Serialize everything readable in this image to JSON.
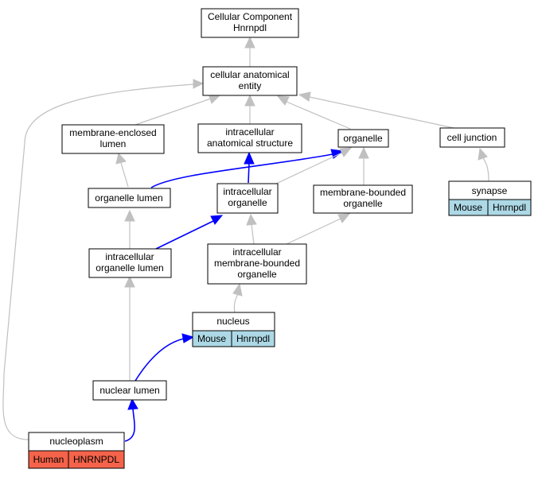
{
  "nodes": {
    "cellular_component": {
      "lines": [
        "Cellular Component",
        "Hnrnpdl"
      ]
    },
    "cellular_anatomical_entity": {
      "lines": [
        "cellular anatomical",
        "entity"
      ]
    },
    "membrane_enclosed_lumen": {
      "lines": [
        "membrane-enclosed",
        "lumen"
      ]
    },
    "intracellular_anatomical_structure": {
      "lines": [
        "intracellular",
        "anatomical structure"
      ]
    },
    "organelle": {
      "lines": [
        "organelle"
      ]
    },
    "cell_junction": {
      "lines": [
        "cell junction"
      ]
    },
    "organelle_lumen": {
      "lines": [
        "organelle lumen"
      ]
    },
    "intracellular_organelle": {
      "lines": [
        "intracellular",
        "organelle"
      ]
    },
    "membrane_bounded_organelle": {
      "lines": [
        "membrane-bounded",
        "organelle"
      ]
    },
    "synapse": {
      "lines": [
        "synapse"
      ],
      "cells": [
        "Mouse",
        "Hnrnpdl"
      ]
    },
    "intracellular_organelle_lumen": {
      "lines": [
        "intracellular",
        "organelle lumen"
      ]
    },
    "intracellular_membrane_bounded_organelle": {
      "lines": [
        "intracellular",
        "membrane-bounded",
        "organelle"
      ]
    },
    "nucleus": {
      "lines": [
        "nucleus"
      ],
      "cells": [
        "Mouse",
        "Hnrnpdl"
      ]
    },
    "nuclear_lumen": {
      "lines": [
        "nuclear lumen"
      ]
    },
    "nucleoplasm": {
      "lines": [
        "nucleoplasm"
      ],
      "cells": [
        "Human",
        "HNRNPDL"
      ]
    }
  },
  "colors": {
    "mouse_cell": "#add8e6",
    "human_cell": "#f4634a",
    "edge_gray": "#c0c0c0",
    "edge_blue": "#0000ff"
  }
}
